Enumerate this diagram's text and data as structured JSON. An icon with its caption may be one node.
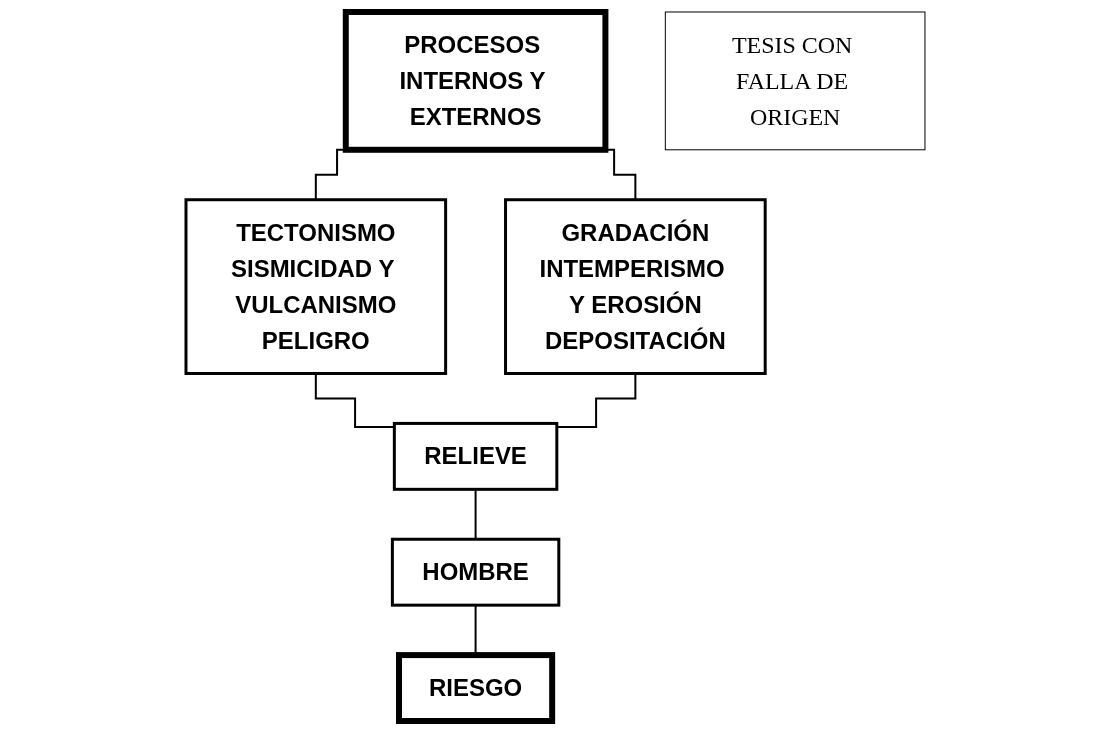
{
  "diagram": {
    "nodes": [
      {
        "text": [
          "PROCESOS INTERNOS Y EXTERNOS"
        ]
      },
      {
        "text": [
          "TECTONISMO",
          "SISMICIDAD Y VULCANISMO",
          "PELIGRO"
        ]
      },
      {
        "text": [
          "GRADACIÓN",
          "INTEMPERISMO Y EROSIÓN",
          "DEPOSITACIÓN"
        ]
      },
      {
        "text": [
          "RELIEVE"
        ]
      },
      {
        "text": [
          "HOMBRE"
        ]
      },
      {
        "text": [
          "RIESGO"
        ]
      },
      {
        "text": [
          "TESIS CON FALLA DE ORIGEN"
        ]
      }
    ],
    "edges": [
      {
        "from": 0,
        "to": 1,
        "arrow": "none"
      },
      {
        "from": 0,
        "to": 2,
        "arrow": "none"
      },
      {
        "from": 1,
        "to": 3,
        "arrow": "none"
      },
      {
        "from": 2,
        "to": 3,
        "arrow": "none"
      },
      {
        "from": 3,
        "to": 4,
        "arrow": "none"
      },
      {
        "from": 4,
        "to": 5,
        "arrow": "none"
      }
    ]
  }
}
